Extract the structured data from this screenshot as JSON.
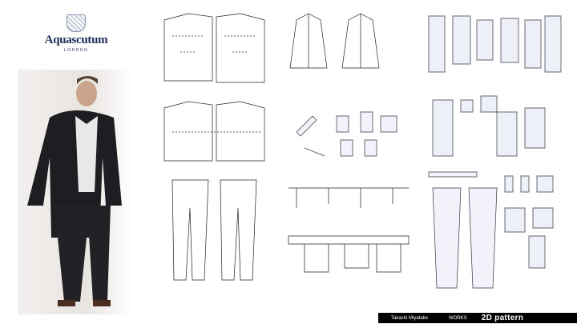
{
  "brand": {
    "name": "Aquascutum",
    "city": "LONDON"
  },
  "footer": {
    "author": "Takashi Miyatake",
    "section": "WORKS",
    "title": "2D pattern"
  }
}
